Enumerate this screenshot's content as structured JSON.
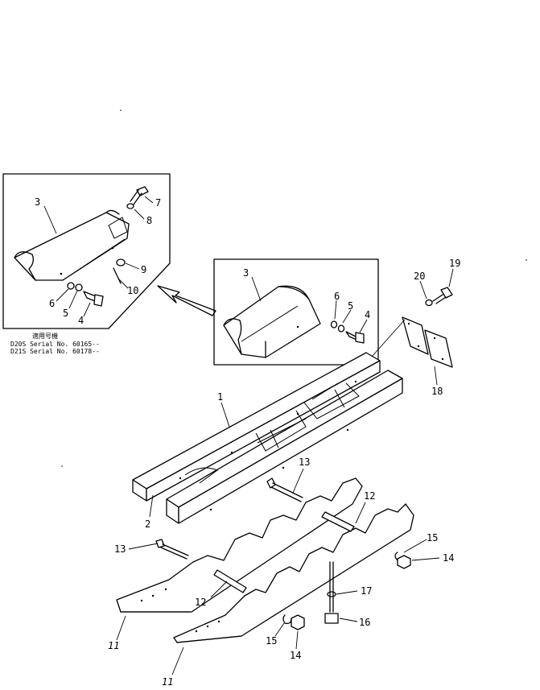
{
  "callouts": {
    "c1": "1",
    "c2": "2",
    "c3a": "3",
    "c3b": "3",
    "c4a": "4",
    "c4b": "4",
    "c5a": "5",
    "c5b": "5",
    "c6a": "6",
    "c6b": "6",
    "c7": "7",
    "c8": "8",
    "c9": "9",
    "c10": "10",
    "c11a": "11",
    "c11b": "11",
    "c12a": "12",
    "c12b": "12",
    "c13a": "13",
    "c13b": "13",
    "c14a": "14",
    "c14b": "14",
    "c15a": "15",
    "c15b": "15",
    "c16": "16",
    "c17": "17",
    "c18": "18",
    "c19": "19",
    "c20": "20"
  },
  "applicability_note": {
    "heading": "適用号機",
    "lines": [
      "D20S  Serial  No. 60165--",
      "D21S  Serial  No. 60178--"
    ]
  }
}
